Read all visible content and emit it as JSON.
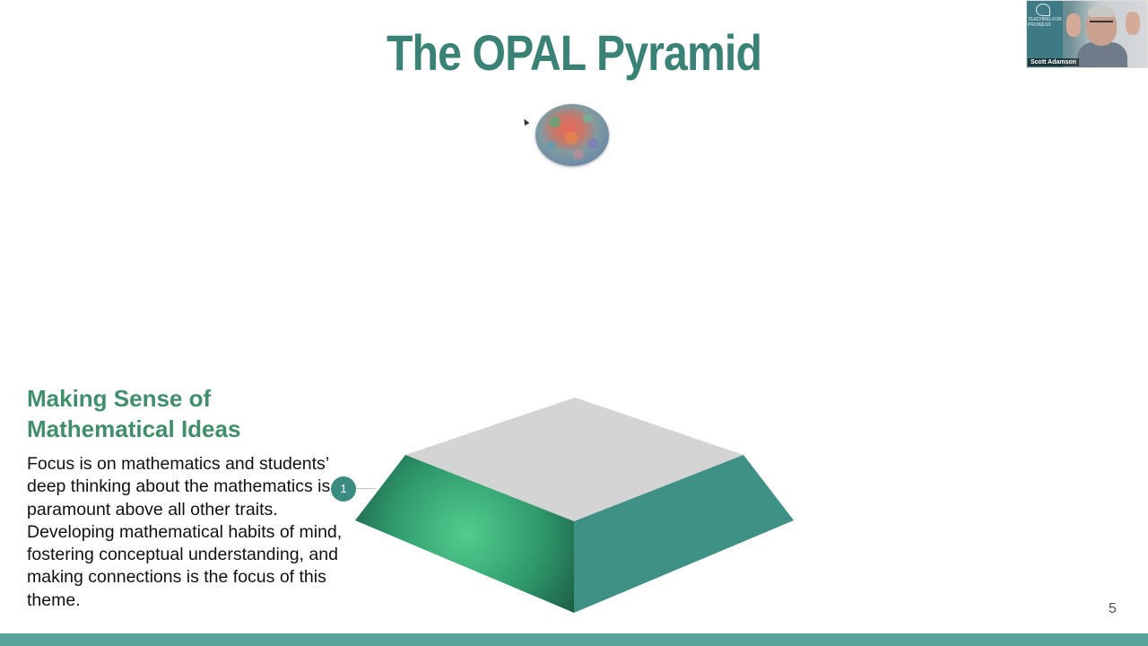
{
  "slide": {
    "title": "The OPAL Pyramid",
    "section_heading": "Making Sense of Mathematical Ideas",
    "description": "Focus is on mathematics and students’ deep thinking about the mathematics is paramount above all other traits. Developing mathematical habits of mind, fostering conceptual understanding, and making connections is the focus of this theme.",
    "step_number": "1",
    "page_number": "5"
  },
  "video_tile": {
    "participant_name": "Scott Adamson",
    "logo_text": "TEACHING FOR PROWESS"
  },
  "colors": {
    "title": "#3a8276",
    "heading": "#3f8f6a",
    "pyramid_top": "#d4d4d4",
    "pyramid_left": "#3f9a78",
    "pyramid_right": "#3f9085",
    "bottom_bar": "#5aa39a"
  },
  "icons": [
    "opal-gem-image",
    "mouse-cursor-icon"
  ]
}
